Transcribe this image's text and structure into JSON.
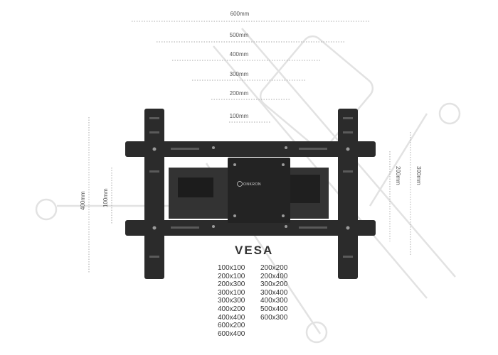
{
  "horizontal_dimensions": [
    "600mm",
    "500mm",
    "400mm",
    "300mm",
    "200mm",
    "100mm"
  ],
  "vertical_dimensions": {
    "left_outer": "400mm",
    "left_inner": "100mm",
    "right_inner": "200mm",
    "right_outer": "300mm"
  },
  "vesa": {
    "title": "VESA",
    "col1": [
      "100x100",
      "200x100",
      "200x300",
      "300x100",
      "300x300",
      "400x200",
      "400x400",
      "600x200",
      "600x400"
    ],
    "col2": [
      "200x200",
      "200x400",
      "300x200",
      "300x400",
      "400x300",
      "500x400",
      "600x300"
    ]
  },
  "brand": "ONKRON",
  "colors": {
    "bracket": "#2b2b2b",
    "dotted_line": "#b0b0b0",
    "watermark": "#e0e0e0"
  }
}
